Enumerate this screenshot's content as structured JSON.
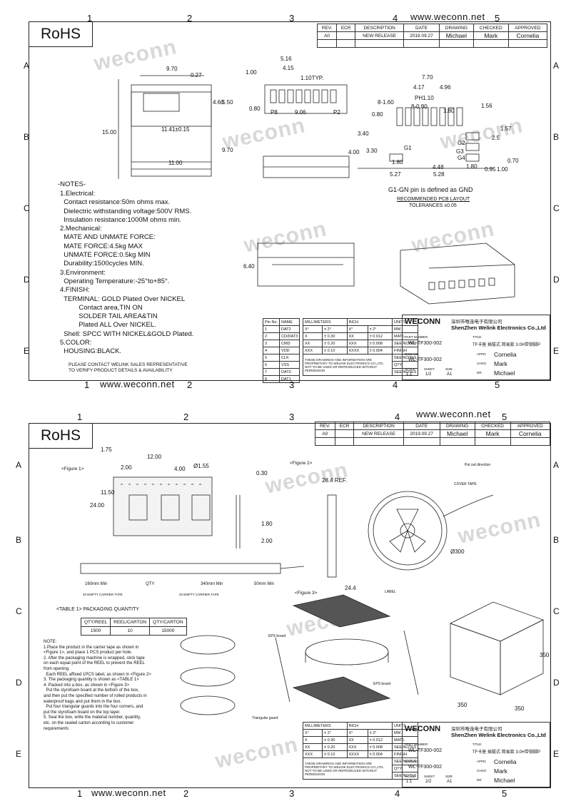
{
  "website": "www.weconn.net",
  "rohs": "RoHS",
  "watermark": "weconn",
  "columns": [
    "1",
    "2",
    "3",
    "4",
    "5"
  ],
  "rows": [
    "A",
    "B",
    "C",
    "D",
    "E"
  ],
  "revision": {
    "headers": [
      "REV.",
      "ECR",
      "DESCRIPTION",
      "DATE",
      "DRAWING",
      "CHECKED",
      "APPROVED"
    ],
    "row": [
      "A0",
      "",
      "NEW RELEASE",
      "2019.09.27",
      "Michael",
      "Mark",
      "Cornelia"
    ]
  },
  "sheet1": {
    "dims_top": [
      "9.70",
      "0.27",
      "5.16",
      "4.15",
      "1.10TYP.",
      "1.00",
      "0.80",
      "9.06",
      "P2",
      "P8",
      "7.70",
      "4.17",
      "4.96",
      "PH1.10",
      "8-0.80",
      "1.80",
      "1.56",
      "0.80",
      "8-1.60",
      "1.57",
      "2.5",
      "4.60",
      "5.50",
      "15.00",
      "11.41±0.15",
      "9.70",
      "11.00",
      "4.00",
      "3.40",
      "3.30",
      "G1",
      "G2",
      "G3",
      "G4",
      "1.80",
      "4.48",
      "5.27",
      "5.28",
      "1.80",
      "0.95",
      "1.00",
      "0.70",
      "6.40"
    ],
    "gn_note": "G1-GN pin is defined as GND",
    "pcb_title": "RECOMMENDED PCB LAYOUT",
    "tolerance": "TOLERANCES ±0.05",
    "notes_heading": "-NOTES-",
    "notes": "1.Electrical:\n  Contact resistance:50m ohms max.\n  Dielectric withstanding voltage:500V RMS.\n  Insulation resistance:1000M ohms min.\n2.Mechanical:\n  MATE AND UNMATE FORCE:\n  MATE FORCE:4.5kg MAX\n  UNMATE FORCE:0.5kg MIN\n  Durability:1500cycles MIN.\n3.Environment:\n  Operating Temperature:-25°to+85°.\n4.FINISH:\n  TERMINAL: GOLD Plated Over NICKEL\n          Contact area,TIN ON\n          SOLDER TAIL AREA&TIN\n          Plated ALL Over NICKEL.\n  Shell: SPCC WITH NICKEL&GOLD Plated.\n5.COLOR:\n  HOUSING:BLACK.",
    "contact_note": "PLEASE CONTACT WELINK SALES REPRESENTATIVE\nTO VERIFY PRODUCT DETAILS & AVAILABILITY",
    "pins": {
      "headers": [
        "Pin No.",
        "NAME"
      ],
      "rows": [
        [
          "1",
          "DAT2"
        ],
        [
          "2",
          "CD/DAT3"
        ],
        [
          "3",
          "CMD"
        ],
        [
          "4",
          "VDD"
        ],
        [
          "5",
          "CLK"
        ],
        [
          "6",
          "VSS"
        ],
        [
          "7",
          "DAT0"
        ],
        [
          "8",
          "DAT1"
        ]
      ]
    }
  },
  "titleblock": {
    "millimeters": "MILLIMETERS",
    "inch": "INCH",
    "units": "UNITS",
    "unit_val": "MM",
    "tol_rows": [
      [
        "X°",
        "± 2°",
        "X°",
        "± 2°"
      ],
      [
        "X",
        "± 0.30",
        "XX",
        "± 0.012"
      ],
      [
        "XX",
        "± 0.20",
        "XXX",
        "± 0.008"
      ],
      [
        "XXX",
        "± 0.10",
        "XXXX",
        "± 0.004"
      ]
    ],
    "matl": "MAT'L",
    "see_notes": "SEE NOTES",
    "finish": "FINISH",
    "qty": "QTY",
    "confidential": "THESE DRAWINGS AND INFORMATION ARE PROPRIETARY TO WELINK ELECTRONICS CO.,LTD. NOT TO BE USED OR REPRODUCED WITHOUT PERMISSION",
    "brand": "WECONN",
    "company_cn": "深圳市唯连电子有限公司",
    "company_en": "ShenZhen Welink Electronics Co.,Ltd",
    "part_number_label": "PART NUMBER",
    "part_number": "WL-TF300-002",
    "title_label": "TITLE:",
    "title": "TF卡座 插拔式 简易款 3.0H带锁脚P",
    "dwg_label": "DWG NO.:",
    "dwg": "WL-TF300-002",
    "scale_label": "SCALE",
    "sheet_label": "SHEET",
    "size_label": "SIZE",
    "scale": "1:1",
    "sheet1": "1/2",
    "sheet2": "2/2",
    "size": "A1",
    "appd_label": "APPD:",
    "chkd_label": "CHKD:",
    "dr_label": "DR:",
    "appd": "Cornelia",
    "chkd": "Mark",
    "dr": "Michael"
  },
  "sheet2": {
    "figure1": "<Figure 1>",
    "figure2": "<Figure 2>",
    "figure3": "<Figure 3>",
    "dims": [
      "1.75",
      "12.00",
      "2.00",
      "4.00",
      "Ø1.55",
      "0.30",
      "11.50",
      "24.00",
      "1.80",
      "2.00",
      "28.4 REF.",
      "24.4",
      "Ø300",
      "160mm Min",
      "QTY",
      "340mm Min",
      "50mm Min"
    ],
    "put_out": "Put out direction",
    "cover_tape": "COVER TAPE",
    "label": "LABEL",
    "empty1": "20 EMPTY CARRIER TAPE",
    "empty2": "20 EMPTY CARRIER TAPE",
    "table_title": "<TABLE 1> PACKAGING QUANTITY",
    "table_headers": [
      "QTY/REEL",
      "REEL/CARTON",
      "QTY/CARTON"
    ],
    "table_row": [
      "1500",
      "10",
      "15000"
    ],
    "eps1": "EPS board",
    "eps2": "EPS board",
    "guard": "Triangular guard",
    "box_dim1": "350",
    "box_dim2": "350",
    "box_dim3": "350",
    "note_text": "NOTE:\n1.Place the product in the carrier tape as shown in\n<Figure 1>, and place 1 PCS product per hole.\n2. After the packaging machine is wrapped, stick tape\non each equal point of the REEL to prevent the REEL\nfrom opening.\n  Each REEL affixed 1PCS label, as shown in <Figure 2>\n3. The packaging quantity is shown as <TABLE 1>\n4. Packed into a box, as shown in <Figure 3>\n  Put the styrofoam board at the bottom of the box,\nand then put the specified number of rolled products in\nwaterproof bags and put them in the box.\n  Put four triangular guards into the four corners, and\nput the styrofoam board on the top layer.\n5. Seal the box, write the material number, quantity,\netc. on the sealed carton according to customer\nrequirements"
  }
}
